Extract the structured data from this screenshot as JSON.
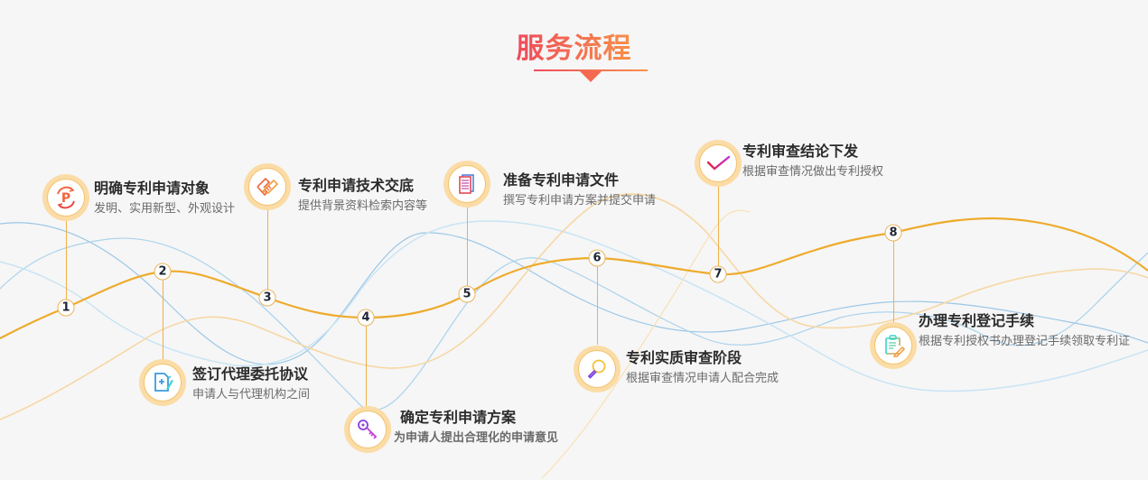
{
  "header": {
    "title": "服务流程"
  },
  "colors": {
    "main_line": "#eeab2c",
    "icon_ring": "#fbdca6",
    "title_gradient_start": "#ef4b5c",
    "title_gradient_end": "#f7904a"
  },
  "steps": [
    {
      "number": "1",
      "title": "明确专利申请对象",
      "desc": "发明、实用新型、外观设计",
      "icon": "patent-p-icon",
      "position": "above"
    },
    {
      "number": "2",
      "title": "签订代理委托协议",
      "desc": "申请人与代理机构之间",
      "icon": "document-add-pen-icon",
      "position": "below"
    },
    {
      "number": "3",
      "title": "专利申请技术交底",
      "desc": "提供背景资料检索内容等",
      "icon": "handshake-icon",
      "position": "above"
    },
    {
      "number": "4",
      "title": "确定专利申请方案",
      "desc": "为申请人提出合理化的申请意见",
      "icon": "key-icon",
      "position": "below"
    },
    {
      "number": "5",
      "title": "准备专利申请文件",
      "desc": "撰写专利申请方案并提交申请",
      "icon": "documents-icon",
      "position": "above"
    },
    {
      "number": "6",
      "title": "专利实质审查阶段",
      "desc": "根据审查情况申请人配合完成",
      "icon": "magnifier-icon",
      "position": "below"
    },
    {
      "number": "7",
      "title": "专利审查结论下发",
      "desc": "根据审查情况做出专利授权",
      "icon": "checkmark-icon",
      "position": "above"
    },
    {
      "number": "8",
      "title": "办理专利登记手续",
      "desc": "根据专利授权书办理登记手续领取专利证",
      "icon": "clipboard-edit-icon",
      "position": "below"
    }
  ]
}
